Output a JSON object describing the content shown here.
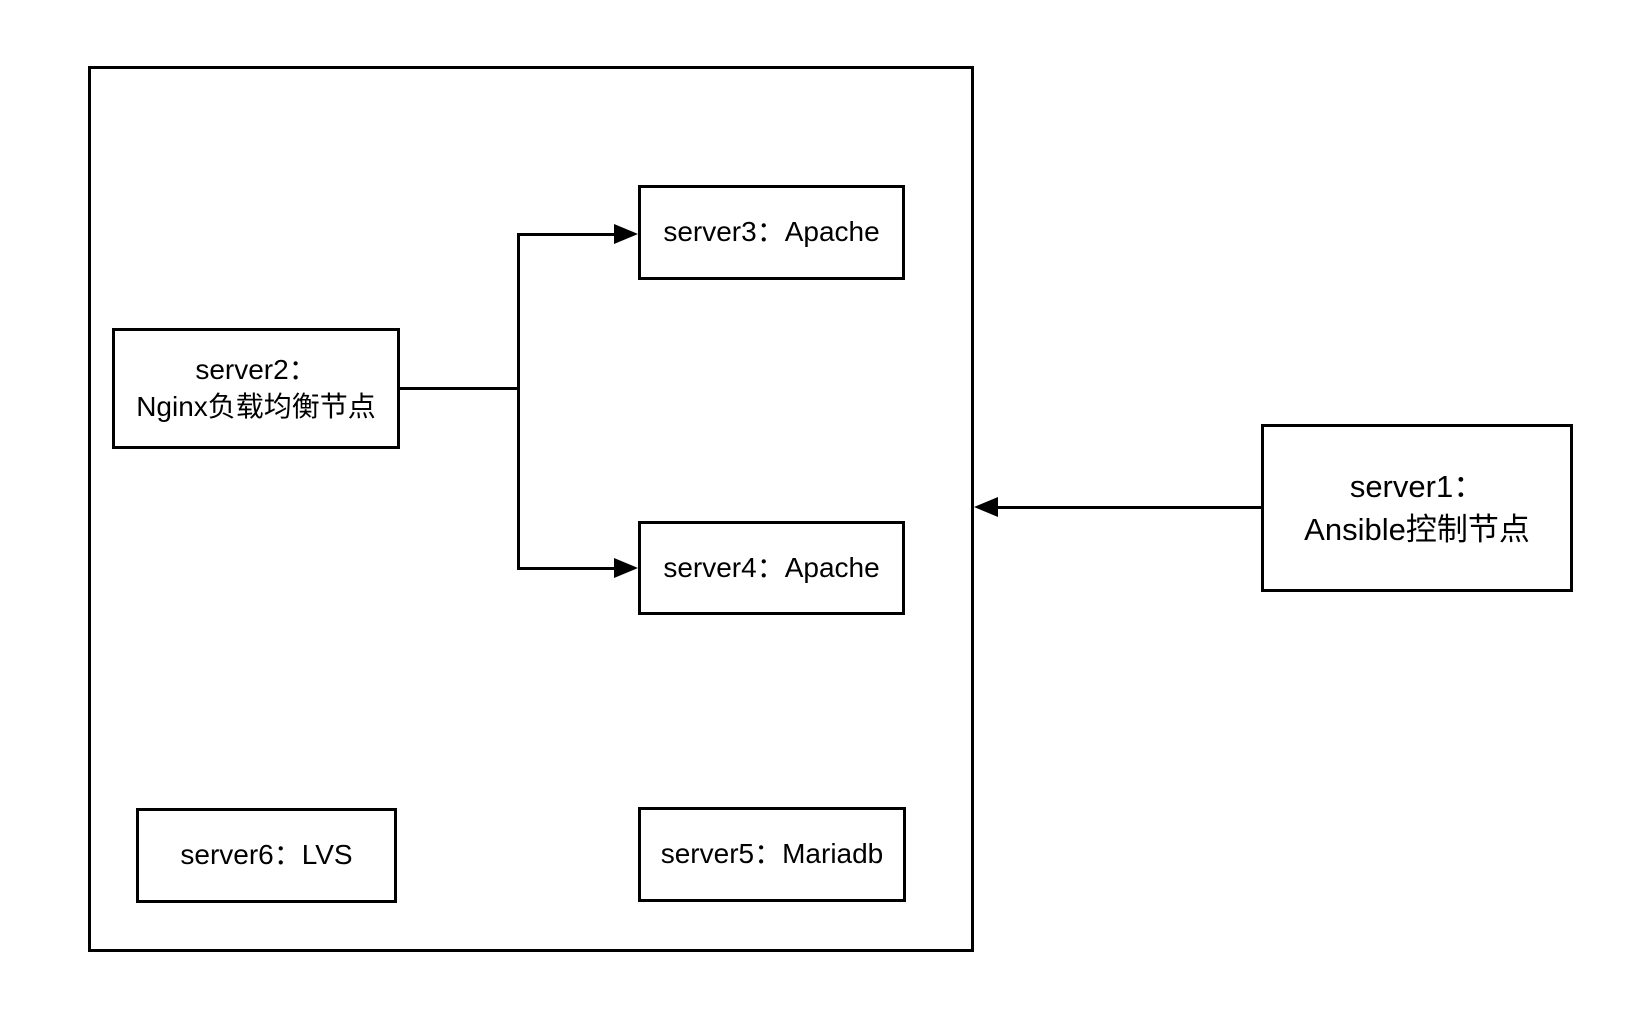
{
  "diagram": {
    "colors": {
      "background": "#ffffff",
      "stroke": "#000000",
      "text": "#000000"
    },
    "nodes": {
      "server1": {
        "line1": "server1：",
        "line2": "Ansible控制节点"
      },
      "server2": {
        "line1": "server2：",
        "line2": "Nginx负载均衡节点"
      },
      "server3": {
        "label": "server3：Apache"
      },
      "server4": {
        "label": "server4：Apache"
      },
      "server5": {
        "label": "server5：Mariadb"
      },
      "server6": {
        "label": "server6：LVS"
      }
    },
    "edges": [
      {
        "from": "server2",
        "to": "server3",
        "arrow": "to"
      },
      {
        "from": "server2",
        "to": "server4",
        "arrow": "to"
      },
      {
        "from": "server1",
        "to": "cluster-boundary",
        "arrow": "to"
      }
    ]
  }
}
